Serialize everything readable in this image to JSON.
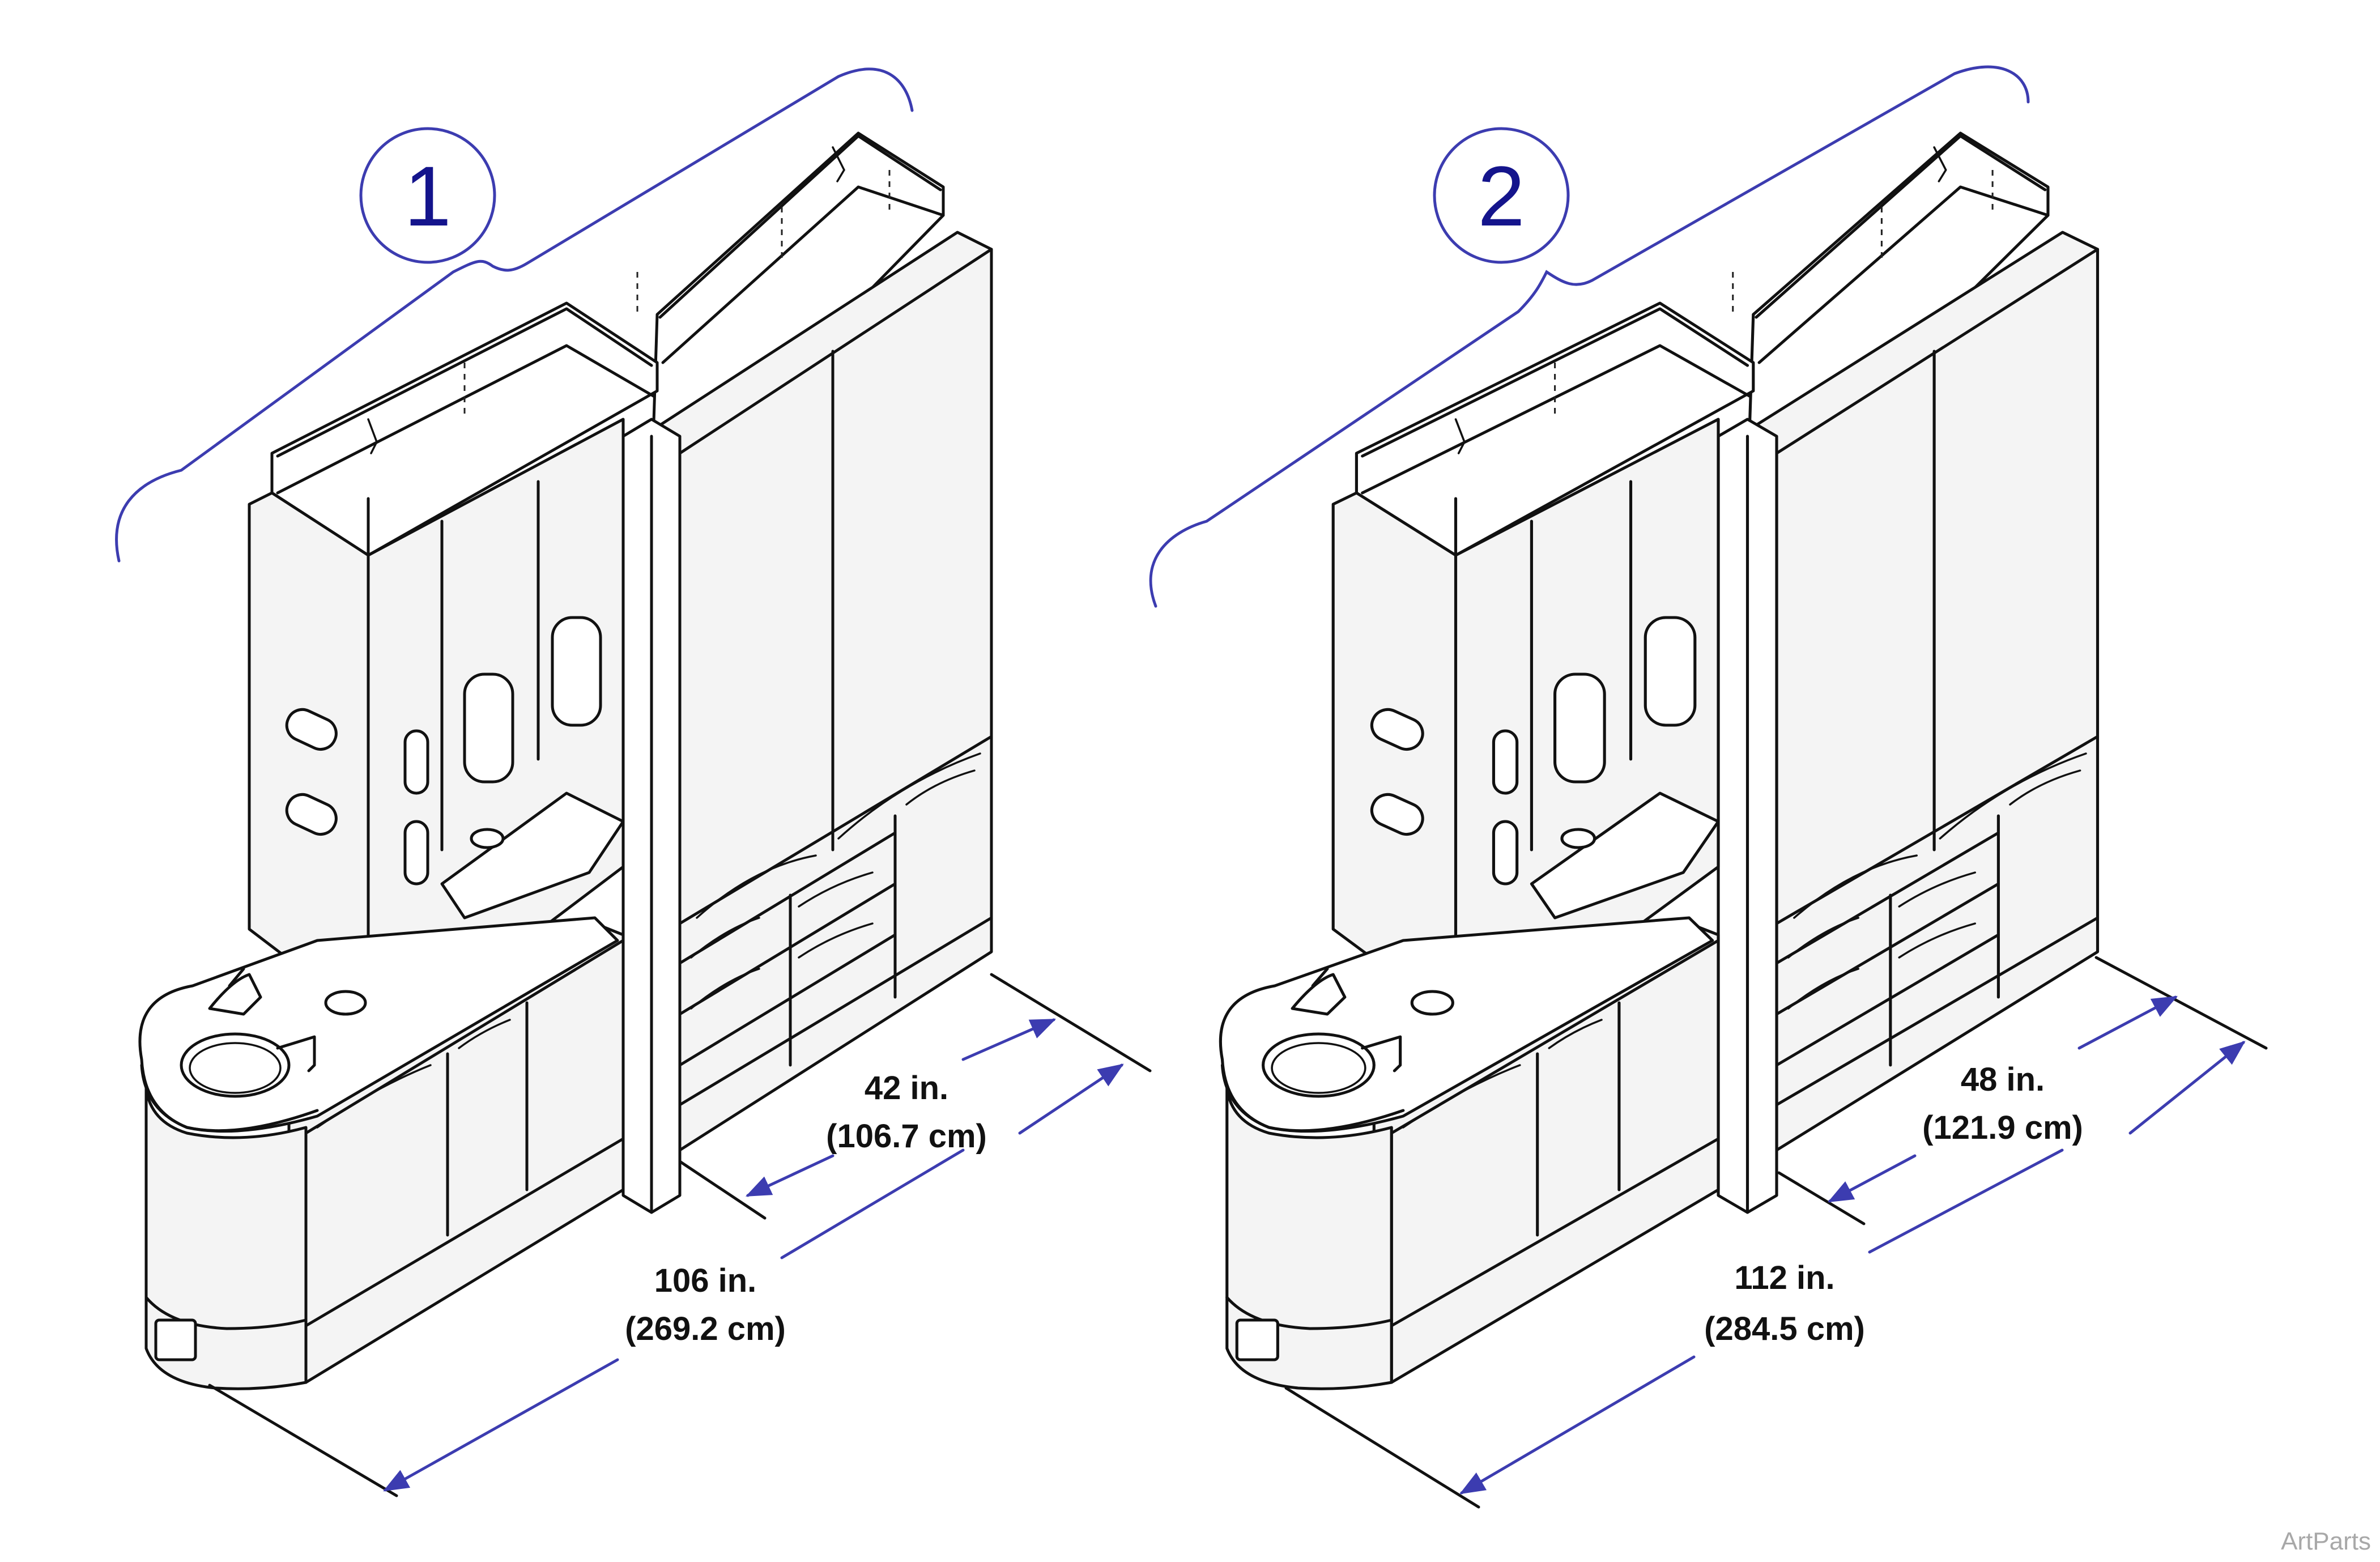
{
  "diagram": {
    "configurations": [
      {
        "callout": "1",
        "depth_in": "42 in.",
        "depth_cm": "(106.7 cm)",
        "length_in": "106 in.",
        "length_cm": "(269.2 cm)"
      },
      {
        "callout": "2",
        "depth_in": "48 in.",
        "depth_cm": "(121.9 cm)",
        "length_in": "112 in.",
        "length_cm": "(284.5 cm)"
      }
    ],
    "watermark": "ArtParts",
    "colors": {
      "line": "#111111",
      "dimension_arrow": "#3c3cb0",
      "callout_text": "#14148c",
      "watermark": "#a8a8a8"
    }
  }
}
